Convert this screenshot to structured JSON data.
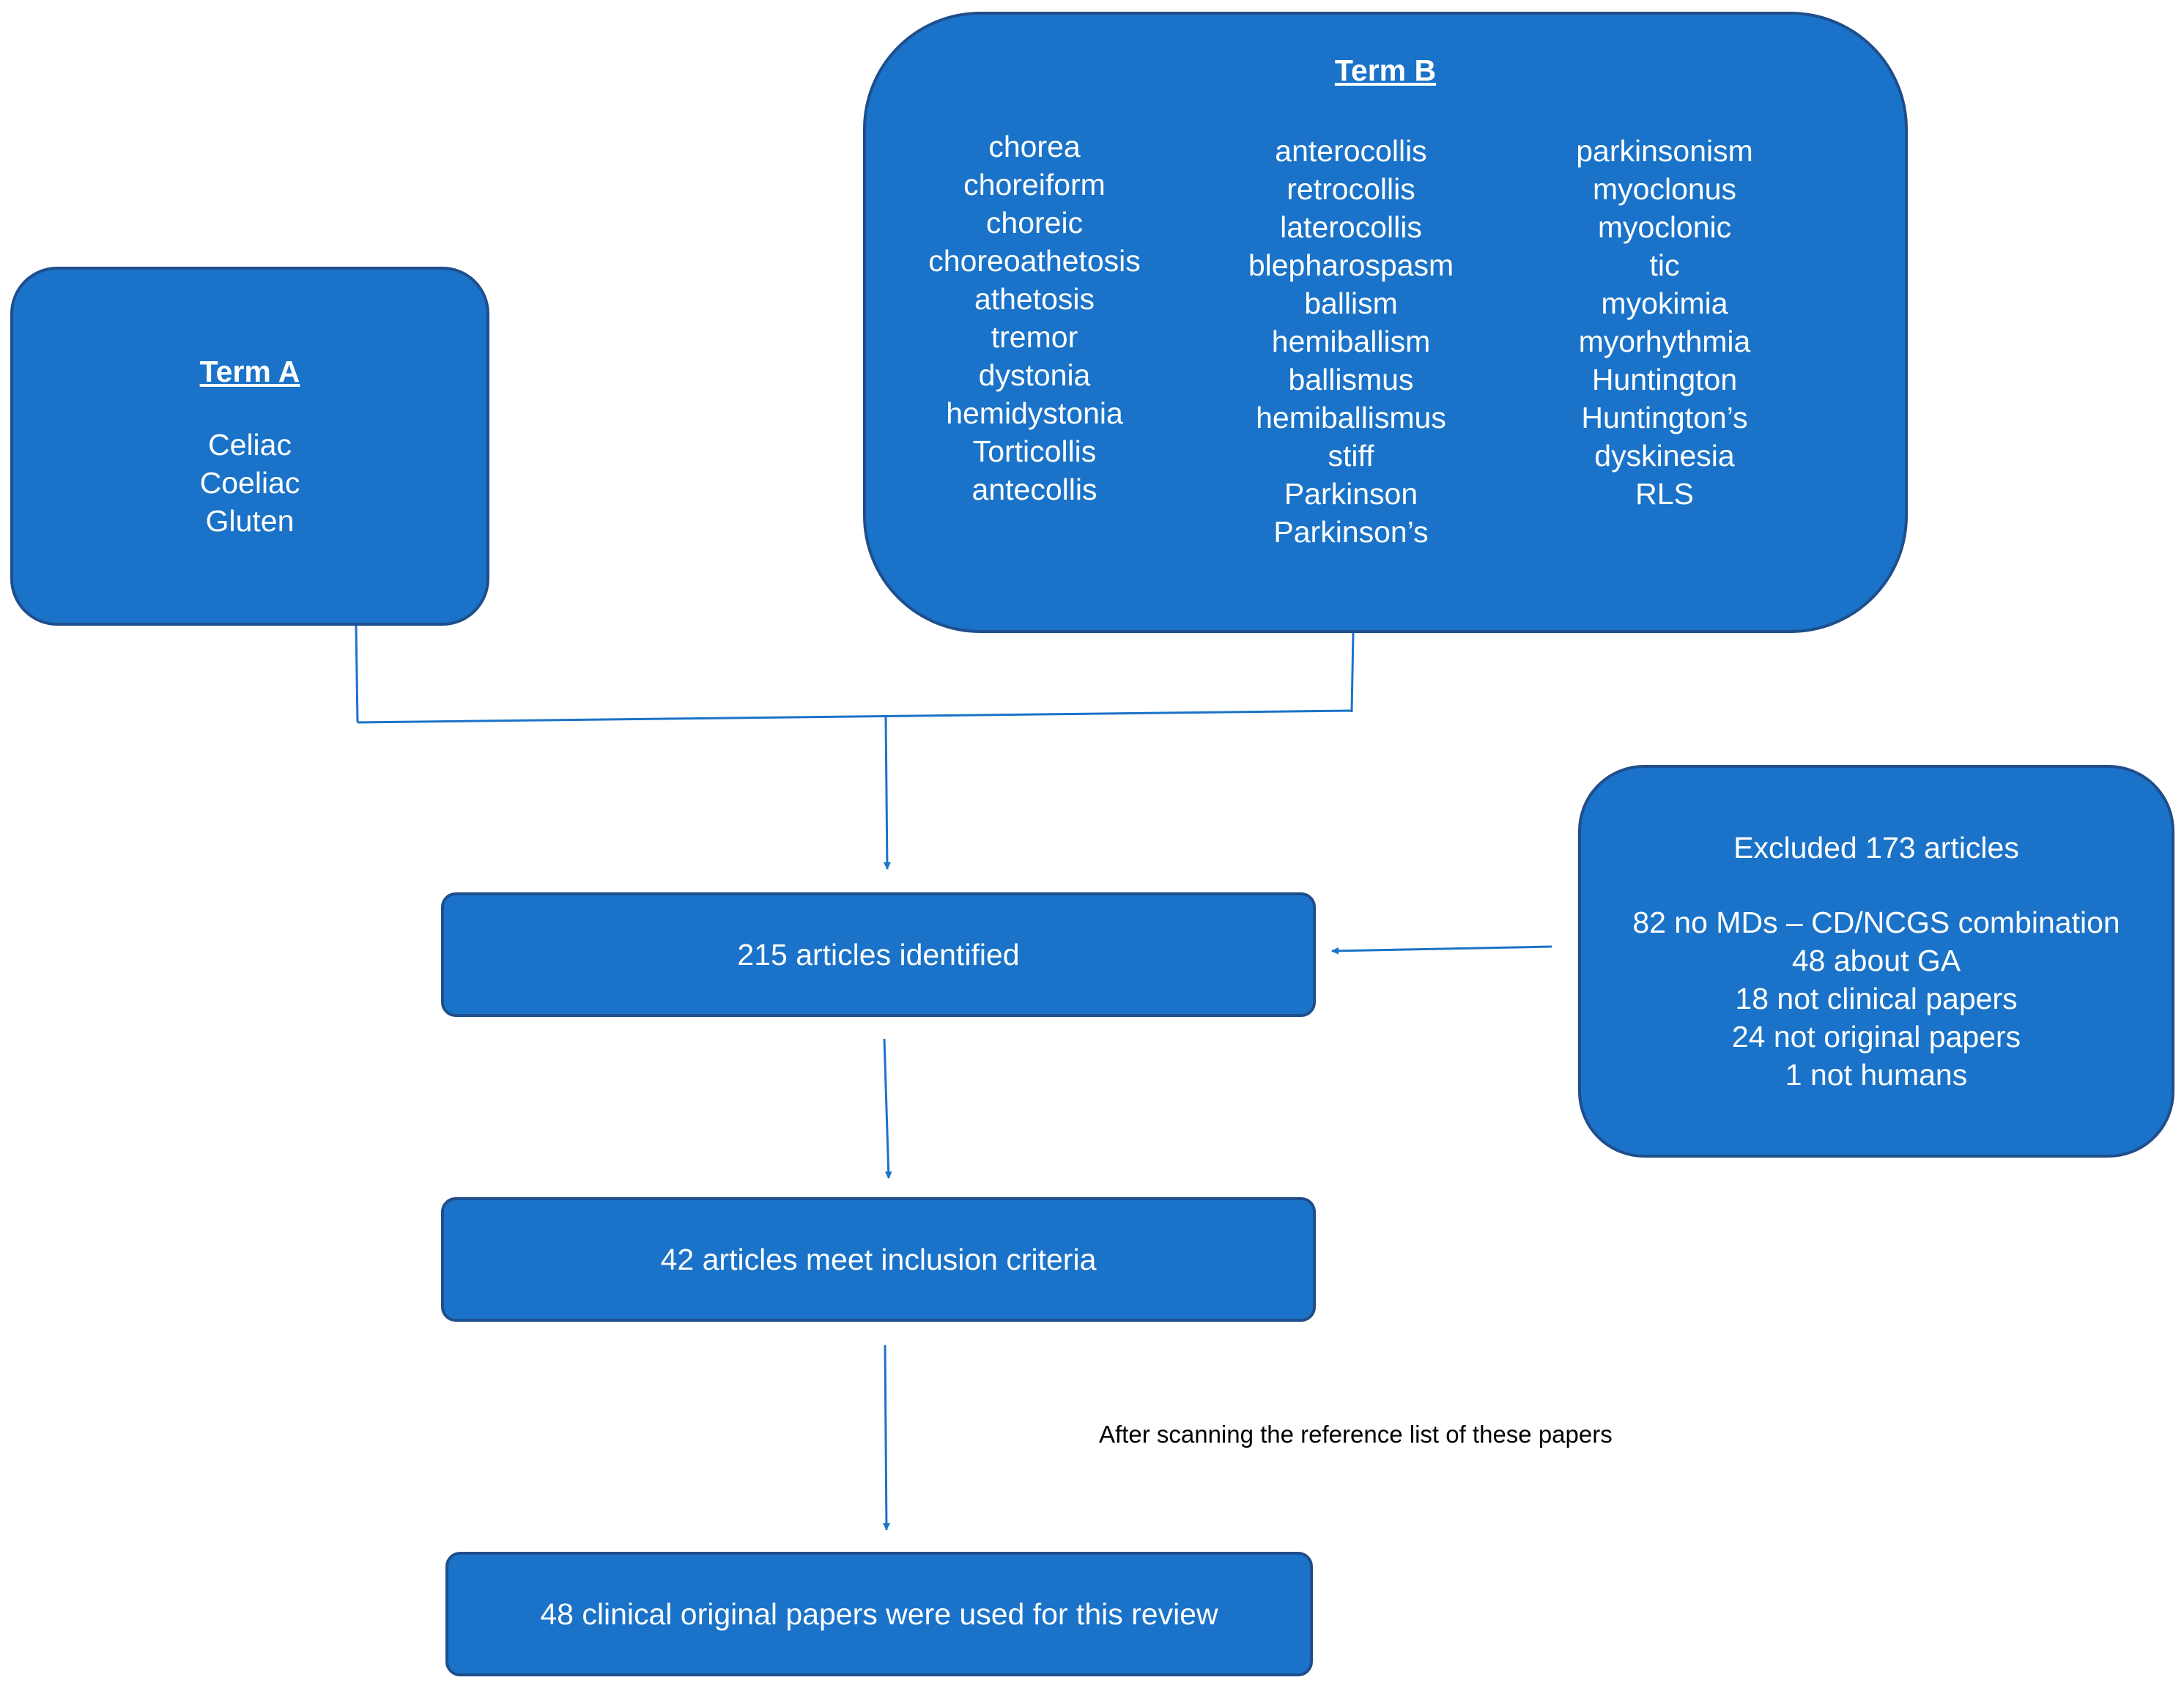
{
  "colors": {
    "box_fill": "#1a73c8",
    "box_border": "#1f4e8c",
    "arrow": "#1a73c8",
    "text_on_box": "#ffffff",
    "note_text": "#000000"
  },
  "term_a": {
    "title": "Term A",
    "items": [
      "Celiac",
      "Coeliac",
      "Gluten"
    ]
  },
  "term_b": {
    "title": "Term B",
    "columns": [
      [
        "chorea",
        "choreiform",
        "choreic",
        "choreoathetosis",
        "athetosis",
        "tremor",
        "dystonia",
        "hemidystonia",
        "Torticollis",
        "antecollis"
      ],
      [
        "anterocollis",
        "retrocollis",
        "laterocollis",
        "blepharospasm",
        "ballism",
        "hemiballism",
        "ballismus",
        "hemiballismus",
        "stiff",
        "Parkinson",
        "Parkinson’s"
      ],
      [
        "parkinsonism",
        "myoclonus",
        "myoclonic",
        "tic",
        "myokimia",
        "myorhythmia",
        "Huntington",
        "Huntington’s",
        "dyskinesia",
        "RLS"
      ]
    ]
  },
  "identified": {
    "text": "215 articles identified"
  },
  "excluded": {
    "heading": "Excluded 173 articles",
    "items": [
      "82 no MDs – CD/NCGS combination",
      "48 about GA",
      "18 not clinical papers",
      "24 not original papers",
      "1 not humans"
    ]
  },
  "inclusion": {
    "text": "42 articles meet inclusion criteria"
  },
  "note": {
    "text": "After scanning the reference list of these papers"
  },
  "final": {
    "text": "48 clinical original papers were used for this review"
  }
}
